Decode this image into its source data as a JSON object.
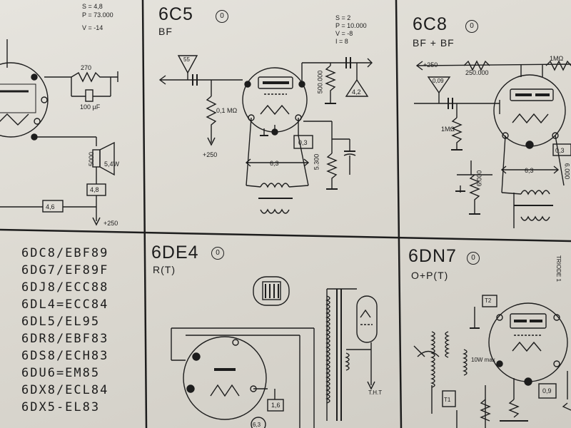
{
  "tubes": {
    "c5": {
      "name": "6C5",
      "func": "BF",
      "badge": "0",
      "specs": [
        "S = 2",
        "P = 10.000",
        "V = -8",
        "I = 8"
      ],
      "labels": {
        "antenna": "55",
        "grid_res": "0,1 MΩ",
        "b_plus": "+250",
        "plate_res": "500.000",
        "out": "4,2",
        "heater": "6,3",
        "bias_box": "0,3",
        "cath_res": "5.300"
      }
    },
    "c8": {
      "name": "6C8",
      "func": "BF + BF",
      "badge": "0",
      "labels": {
        "b_plus": "+250",
        "r1": "250.000",
        "r2": "1MΩ",
        "antenna": "0,09",
        "grid_res": "1MΩ",
        "heater": "6,3",
        "cath_res": "6.000",
        "box": "0,3",
        "cath_res2": "6.000"
      }
    },
    "de4": {
      "name": "6DE4",
      "func": "R(T)",
      "badge": "0",
      "labels": {
        "box": "1,6",
        "heater": "6,3",
        "out": "T.H.T"
      }
    },
    "dn7": {
      "name": "6DN7",
      "func": "O+P(T)",
      "badge": "0",
      "side": "TRIODE 1",
      "labels": {
        "t2": "T2",
        "t1": "T1",
        "power": "10W max",
        "box": "0,9"
      }
    },
    "left": {
      "specs": [
        "S = 4,8",
        "P = 73.000",
        "V = -14"
      ],
      "labels": {
        "res": "270",
        "cap": "100 µF",
        "spk": "5000",
        "spk_power": "5,4W",
        "box1": "4,8",
        "box2": "4,6",
        "b_plus": "+250"
      }
    }
  },
  "list": [
    "6DC8/EBF89",
    "6DG7/EF89F",
    "6DJ8/ECC88",
    "6DL4=ECC84",
    "6DL5/EL95",
    "6DR8/EBF83",
    "6DS8/ECH83",
    "6DU6=EM85",
    "6DX8/ECL84",
    "6DX5-EL83"
  ]
}
